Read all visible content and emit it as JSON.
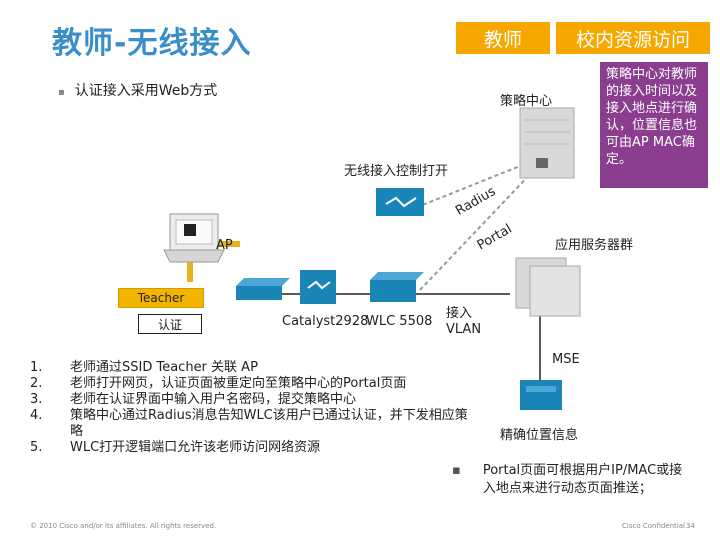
{
  "title": "教师-无线接入",
  "tabs": [
    "教师",
    "校内资源访问"
  ],
  "intro_bullet": "认证接入采用Web方式",
  "labels": {
    "policy_center": "策略中心",
    "wireless_control": "无线接入控制打开",
    "radius": "Radius",
    "portal": "Portal",
    "ap": "AP",
    "app_servers": "应用服务器群",
    "teacher": "Teacher",
    "auth": "认证",
    "catalyst": "Catalyst2928",
    "wlc": "WLC 5508",
    "access_vlan": "接入\nVLAN",
    "mse": "MSE",
    "location": "精确位置信息"
  },
  "callout": "策略中心对教师的接入时间以及接入地点进行确认，位置信息也可由AP MAC确定。",
  "steps": [
    {
      "num": "1.",
      "text": "老师通过SSID Teacher 关联 AP"
    },
    {
      "num": "2.",
      "text": "老师打开网页，认证页面被重定向至策略中心的Portal页面"
    },
    {
      "num": "3.",
      "text": "老师在认证界面中输入用户名密码，提交策略中心"
    },
    {
      "num": "4.",
      "text": "策略中心通过Radius消息告知WLC该用户已通过认证，并下发相应策略"
    },
    {
      "num": "5.",
      "text": "WLC打开逻辑端口允许该老师访问网络资源"
    }
  ],
  "bottom_bullet": "Portal页面可根据用户IP/MAC或接入地点来进行动态页面推送；",
  "footer": {
    "copyright": "© 2010 Cisco and/or its affiliates. All rights reserved.",
    "confidential": "Cisco Confidential",
    "page": "34"
  },
  "colors": {
    "title": "#3a8fc8",
    "tab": "#f6a800",
    "callout": "#8b3e8f",
    "teacher": "#f3b400",
    "device": "#1a86b8"
  }
}
